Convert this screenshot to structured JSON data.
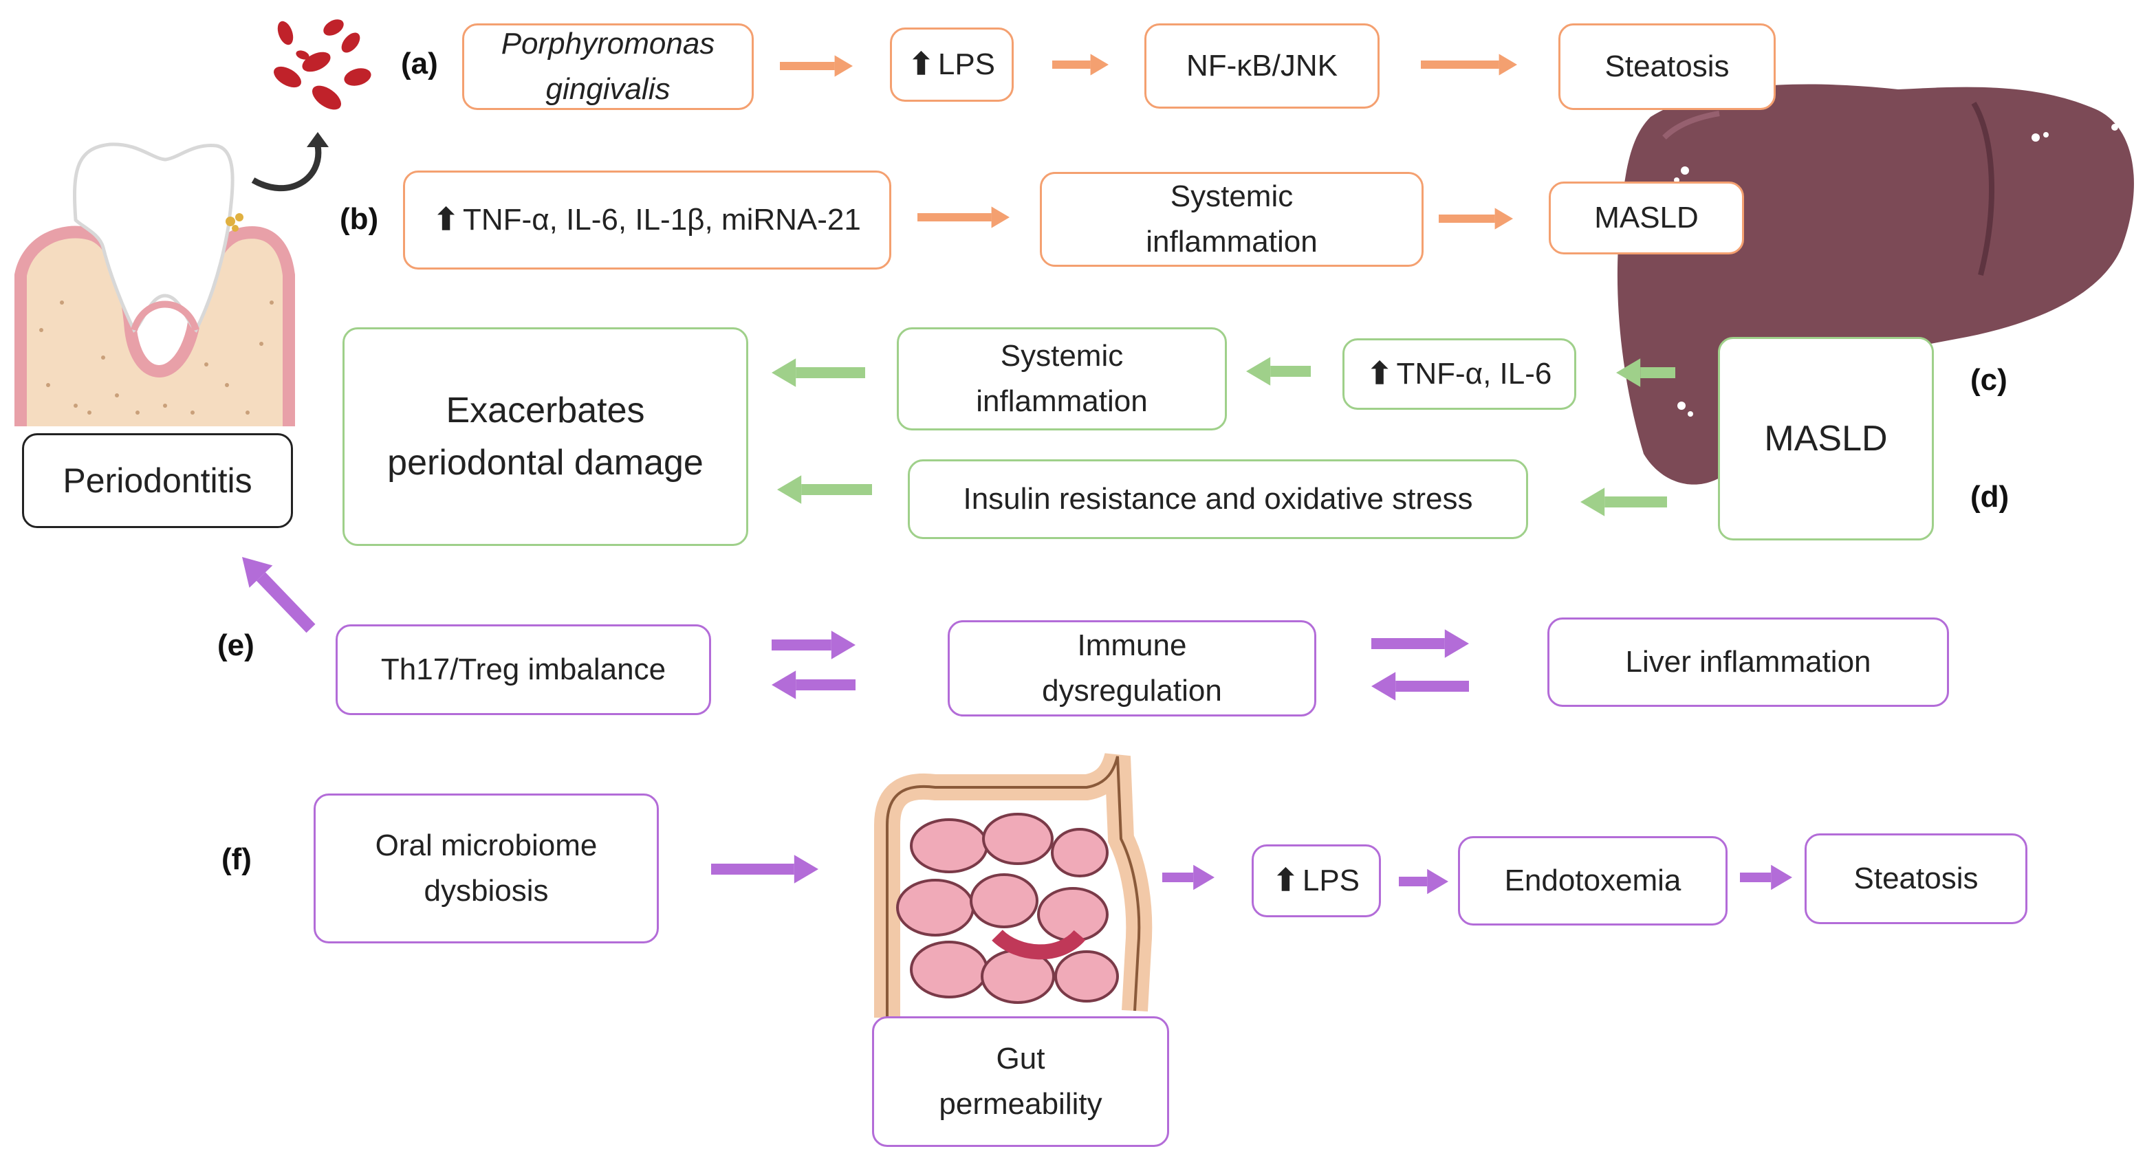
{
  "colors": {
    "orange": "#f4a070",
    "green": "#9fd08a",
    "purple": "#b36cd8",
    "liver": "#7c4a56",
    "bacteria": "#c0222a"
  },
  "labels": {
    "a": "(a)",
    "b": "(b)",
    "c": "(c)",
    "d": "(d)",
    "e": "(e)",
    "f": "(f)"
  },
  "periodontitis": "Periodontitis",
  "row_a": {
    "pathogen_line1": "Porphyromonas",
    "pathogen_line2": "gingivalis",
    "up_symbol": "⬆",
    "lps": "LPS",
    "nfkb": "NF-κB/JNK",
    "steatosis": "Steatosis"
  },
  "row_b": {
    "up_symbol": "⬆",
    "cytokines": "TNF-α, IL-6, IL-1β, miRNA-21",
    "systemic_line1": "Systemic",
    "systemic_line2": "inflammation",
    "masld": "MASLD"
  },
  "row_cd": {
    "masld": "MASLD",
    "up_symbol": "⬆",
    "cytokines": "TNF-α, IL-6",
    "systemic_line1": "Systemic",
    "systemic_line2": "inflammation",
    "insulin": "Insulin resistance and oxidative stress",
    "exacerbates_line1": "Exacerbates",
    "exacerbates_line2": "periodontal damage"
  },
  "row_e": {
    "th17": "Th17/Treg imbalance",
    "immune_line1": "Immune",
    "immune_line2": "dysregulation",
    "liver_inflammation": "Liver inflammation"
  },
  "row_f": {
    "oral_line1": "Oral microbiome",
    "oral_line2": "dysbiosis",
    "gut_line1": "Gut",
    "gut_line2": "permeability",
    "up_symbol": "⬆",
    "lps": "LPS",
    "endotoxemia": "Endotoxemia",
    "steatosis": "Steatosis"
  }
}
